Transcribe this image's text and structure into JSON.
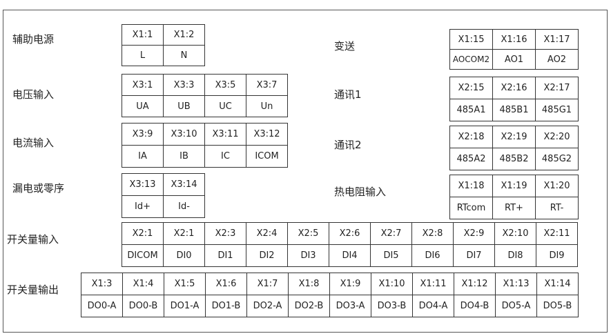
{
  "groups": [
    {
      "id": "aux-power",
      "label": "辅助电源",
      "terminals": [
        "X1:1",
        "X1:2"
      ],
      "signals": [
        "L",
        "N"
      ]
    },
    {
      "id": "transmission",
      "label": "变送",
      "terminals": [
        "X1:15",
        "X1:16",
        "X1:17"
      ],
      "signals": [
        "AOCOM2",
        "AO1",
        "AO2"
      ]
    },
    {
      "id": "voltage-input",
      "label": "电压输入",
      "terminals": [
        "X3:1",
        "X3:3",
        "X3:5",
        "X3:7"
      ],
      "signals": [
        "UA",
        "UB",
        "UC",
        "Un"
      ]
    },
    {
      "id": "comm1",
      "label": "通讯1",
      "terminals": [
        "X2:15",
        "X2:16",
        "X2:17"
      ],
      "signals": [
        "485A1",
        "485B1",
        "485G1"
      ]
    },
    {
      "id": "current-input",
      "label": "电流输入",
      "terminals": [
        "X3:9",
        "X3:10",
        "X3:11",
        "X3:12"
      ],
      "signals": [
        "IA",
        "IB",
        "IC",
        "ICOM"
      ]
    },
    {
      "id": "comm2",
      "label": "通讯2",
      "terminals": [
        "X2:18",
        "X2:19",
        "X2:20"
      ],
      "signals": [
        "485A2",
        "485B2",
        "485G2"
      ]
    },
    {
      "id": "leakage",
      "label": "漏电或零序",
      "terminals": [
        "X3:13",
        "X3:14"
      ],
      "signals": [
        "Id+",
        "Id-"
      ]
    },
    {
      "id": "rtd-input",
      "label": "热电阻输入",
      "terminals": [
        "X1:18",
        "X1:19",
        "X1:20"
      ],
      "signals": [
        "RTcom",
        "RT+",
        "RT-"
      ]
    },
    {
      "id": "di-input",
      "label": "开关量输入",
      "terminals": [
        "X2:1",
        "X2:1",
        "X2:3",
        "X2:4",
        "X2:5",
        "X2:6",
        "X2:7",
        "X2:8",
        "X2:9",
        "X2:10",
        "X2:11"
      ],
      "signals": [
        "DICOM",
        "DI0",
        "DI1",
        "DI2",
        "DI3",
        "DI4",
        "DI5",
        "DI6",
        "DI7",
        "DI8",
        "DI9"
      ]
    },
    {
      "id": "do-output",
      "label": "开关量输出",
      "terminals": [
        "X1:3",
        "X1:4",
        "X1:5",
        "X1:6",
        "X1:7",
        "X1:8",
        "X1:9",
        "X1:10",
        "X1:11",
        "X1:12",
        "X1:13",
        "X1:14"
      ],
      "signals": [
        "DO0-A",
        "DO0-B",
        "DO1-A",
        "DO1-B",
        "DO2-A",
        "DO2-B",
        "DO3-A",
        "DO3-B",
        "DO4-A",
        "DO4-B",
        "DO5-A",
        "DO5-B"
      ]
    }
  ]
}
